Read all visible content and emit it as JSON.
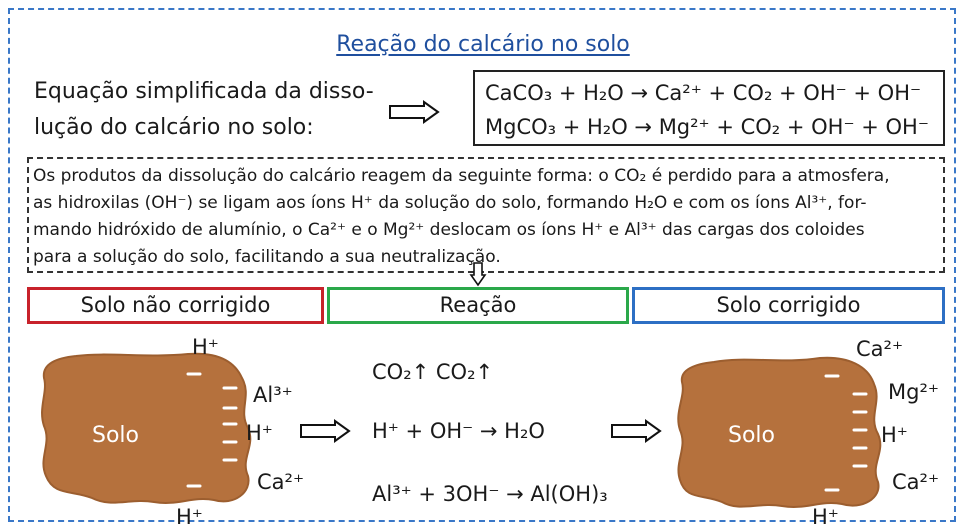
{
  "title": "Reação do calcário no solo",
  "equation": {
    "description_line1": "Equação simplificada da disso-",
    "description_line2": "lução do calcário no solo:",
    "line1": "CaCO₃ + H₂O → Ca²⁺ + CO₂ + OH⁻ + OH⁻",
    "line2": "MgCO₃ + H₂O → Mg²⁺ + CO₂ + OH⁻ + OH⁻"
  },
  "paragraph": [
    "Os produtos da dissolução do calcário reagem da seguinte forma: o CO₂ é perdido para a atmosfera,",
    "as hidroxilas (OH⁻) se ligam aos íons H⁺ da solução do solo, formando H₂O e com os íons Al³⁺, for-",
    "mando hidróxido de alumínio, o Ca²⁺ e o Mg²⁺ deslocam os íons H⁺ e Al³⁺ das cargas dos coloides",
    "para a solução do solo, facilitando a sua neutralização."
  ],
  "stages": {
    "uncorrected": "Solo não corrigido",
    "reaction": "Reação",
    "corrected": "Solo corrigido"
  },
  "left_soil": {
    "label": "Solo",
    "ions": [
      "H⁺",
      "Al³⁺",
      "H⁺",
      "Ca²⁺",
      "H⁺"
    ]
  },
  "reactions": {
    "co2": "CO₂↑   CO₂↑",
    "water": "H⁺ + OH⁻ → H₂O",
    "aluminium": "Al³⁺ + 3OH⁻ → Al(OH)₃"
  },
  "right_soil": {
    "label": "Solo",
    "ions": [
      "Ca²⁺",
      "Mg²⁺",
      "H⁺",
      "Ca²⁺",
      "H⁺"
    ]
  },
  "colors": {
    "title": "#1f4f9e",
    "soil": "#b5713d",
    "stage_red": "#c8222b",
    "stage_green": "#2aa84a",
    "stage_blue": "#2d6fc4"
  }
}
